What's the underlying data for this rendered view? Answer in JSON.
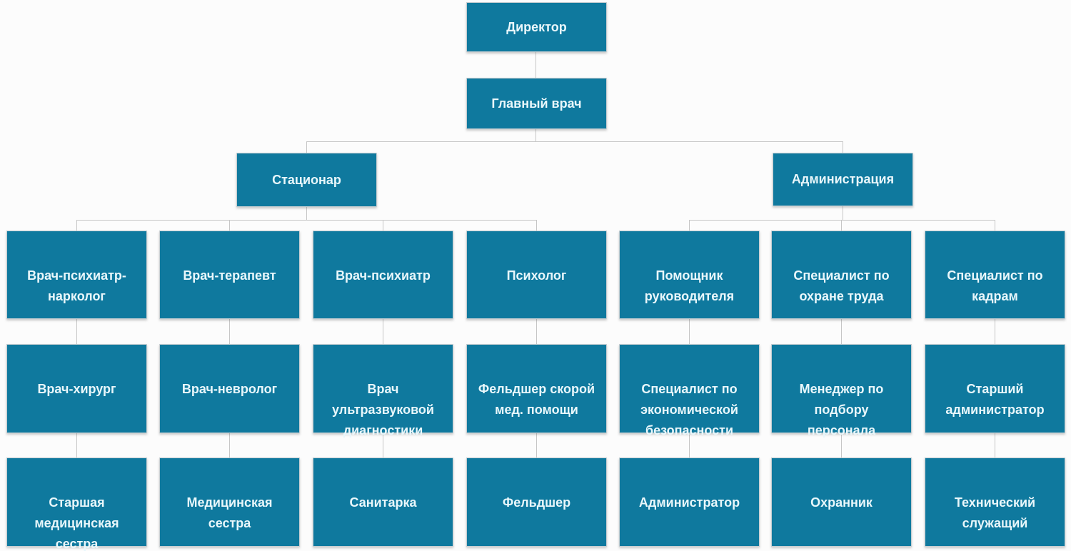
{
  "org_chart": {
    "type": "org-tree",
    "colors": {
      "node_fill": "#0f799e",
      "node_text": "#e9f7fb",
      "connector": "#c6c6c6",
      "background": "#fcfcfc"
    },
    "root": {
      "label": "Директор"
    },
    "level2": {
      "label": "Главный врач"
    },
    "branches": [
      {
        "label": "Стационар",
        "columns": [
          {
            "head": "Врач-психиатр-\nнарколог",
            "middle": "Врач-хирург",
            "bottom": "Старшая\nмедицинская\nсестра"
          },
          {
            "head": "Врач-терапевт",
            "middle": "Врач-невролог",
            "bottom": "Медицинская\nсестра"
          },
          {
            "head": "Врач-психиатр",
            "middle": "Врач\nультразвуковой\nдиагностики",
            "bottom": "Санитарка"
          },
          {
            "head": "Психолог",
            "middle": "Фельдшер скорой\nмед. помощи",
            "bottom": "Фельдшер"
          }
        ]
      },
      {
        "label": "Администрация",
        "columns": [
          {
            "head": "Помощник\nруководителя",
            "middle": "Специалист по\nэкономической\nбезопасности",
            "bottom": "Администратор"
          },
          {
            "head": "Специалист по\nохране труда",
            "middle": "Менеджер по\nподбору\nперсонала",
            "bottom": "Охранник"
          },
          {
            "head": "Специалист по\nкадрам",
            "middle": "Старший\nадминистратор",
            "bottom": "Технический\nслужащий"
          }
        ]
      }
    ]
  }
}
